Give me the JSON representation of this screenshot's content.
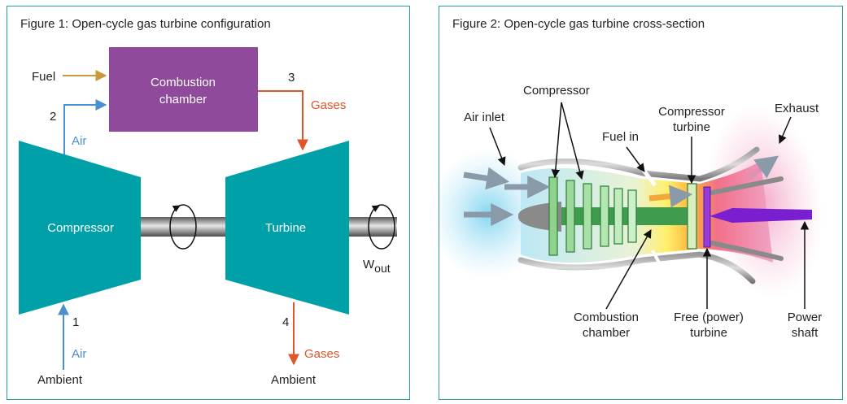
{
  "figure1": {
    "title": "Figure 1: Open-cycle gas turbine configuration",
    "fuel": "Fuel",
    "combustion_line1": "Combustion",
    "combustion_line2": "chamber",
    "state2": "2",
    "state3": "3",
    "state1": "1",
    "state4": "4",
    "air_top": "Air",
    "gases_top": "Gases",
    "compressor": "Compressor",
    "turbine": "Turbine",
    "w": "W",
    "w_sub": "out",
    "air_bottom": "Air",
    "ambient_left": "Ambient",
    "gases_bottom": "Gases",
    "ambient_right": "Ambient"
  },
  "figure2": {
    "title": "Figure 2: Open-cycle gas turbine cross-section",
    "air_inlet": "Air inlet",
    "compressor": "Compressor",
    "fuel_in": "Fuel in",
    "compressor_turbine_line1": "Compressor",
    "compressor_turbine_line2": "turbine",
    "exhaust": "Exhaust",
    "combustion_line1": "Combustion",
    "combustion_line2": "chamber",
    "free_turbine_line1": "Free (power)",
    "free_turbine_line2": "turbine",
    "power_shaft_line1": "Power",
    "power_shaft_line2": "shaft"
  },
  "colors": {
    "teal": "#00a0a8",
    "purple": "#8f4a9c",
    "air_blue": "#4a8fd0",
    "gas_orange": "#e0552a",
    "fuel_gold": "#c89a3a",
    "shaft_violet": "#7a1fd0"
  }
}
